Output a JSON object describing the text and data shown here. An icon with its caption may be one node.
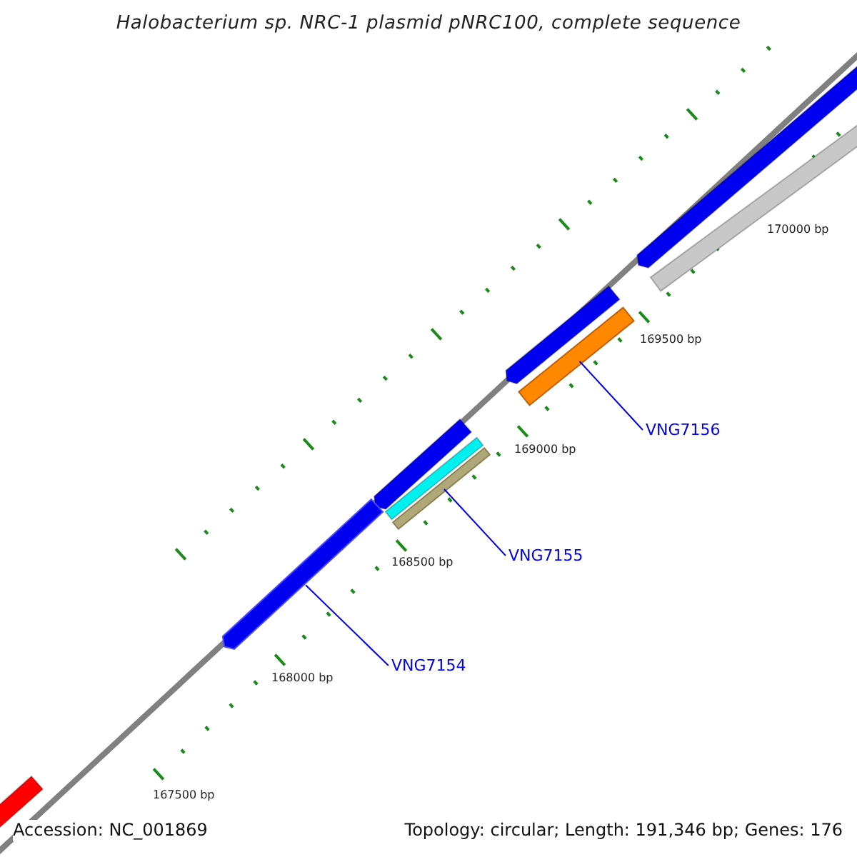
{
  "diagram": {
    "title": "Halobacterium sp. NRC-1 plasmid pNRC100, complete sequence",
    "nodes": [
      {
        "text": [
          "VNG7154"
        ]
      },
      {
        "text": [],
        "shape": "bar"
      },
      {
        "text": [
          "VNG7155"
        ]
      },
      {
        "text": [],
        "shape": "bar"
      },
      {
        "text": [
          "VNG7156"
        ]
      },
      {
        "text": [],
        "shape": "bar"
      }
    ],
    "edges": [
      {
        "from": 0,
        "to": 1,
        "arrow": "none"
      },
      {
        "from": 2,
        "to": 3,
        "arrow": "none"
      },
      {
        "from": 4,
        "to": 5,
        "arrow": "none"
      }
    ],
    "labels": [
      "170000 bp",
      "169500 bp",
      "169000 bp",
      "168500 bp",
      "168000 bp",
      "167500 bp",
      "Accession: NC_001869",
      "Topology: circular; Length: 191,346 bp; Genes: 176"
    ]
  }
}
